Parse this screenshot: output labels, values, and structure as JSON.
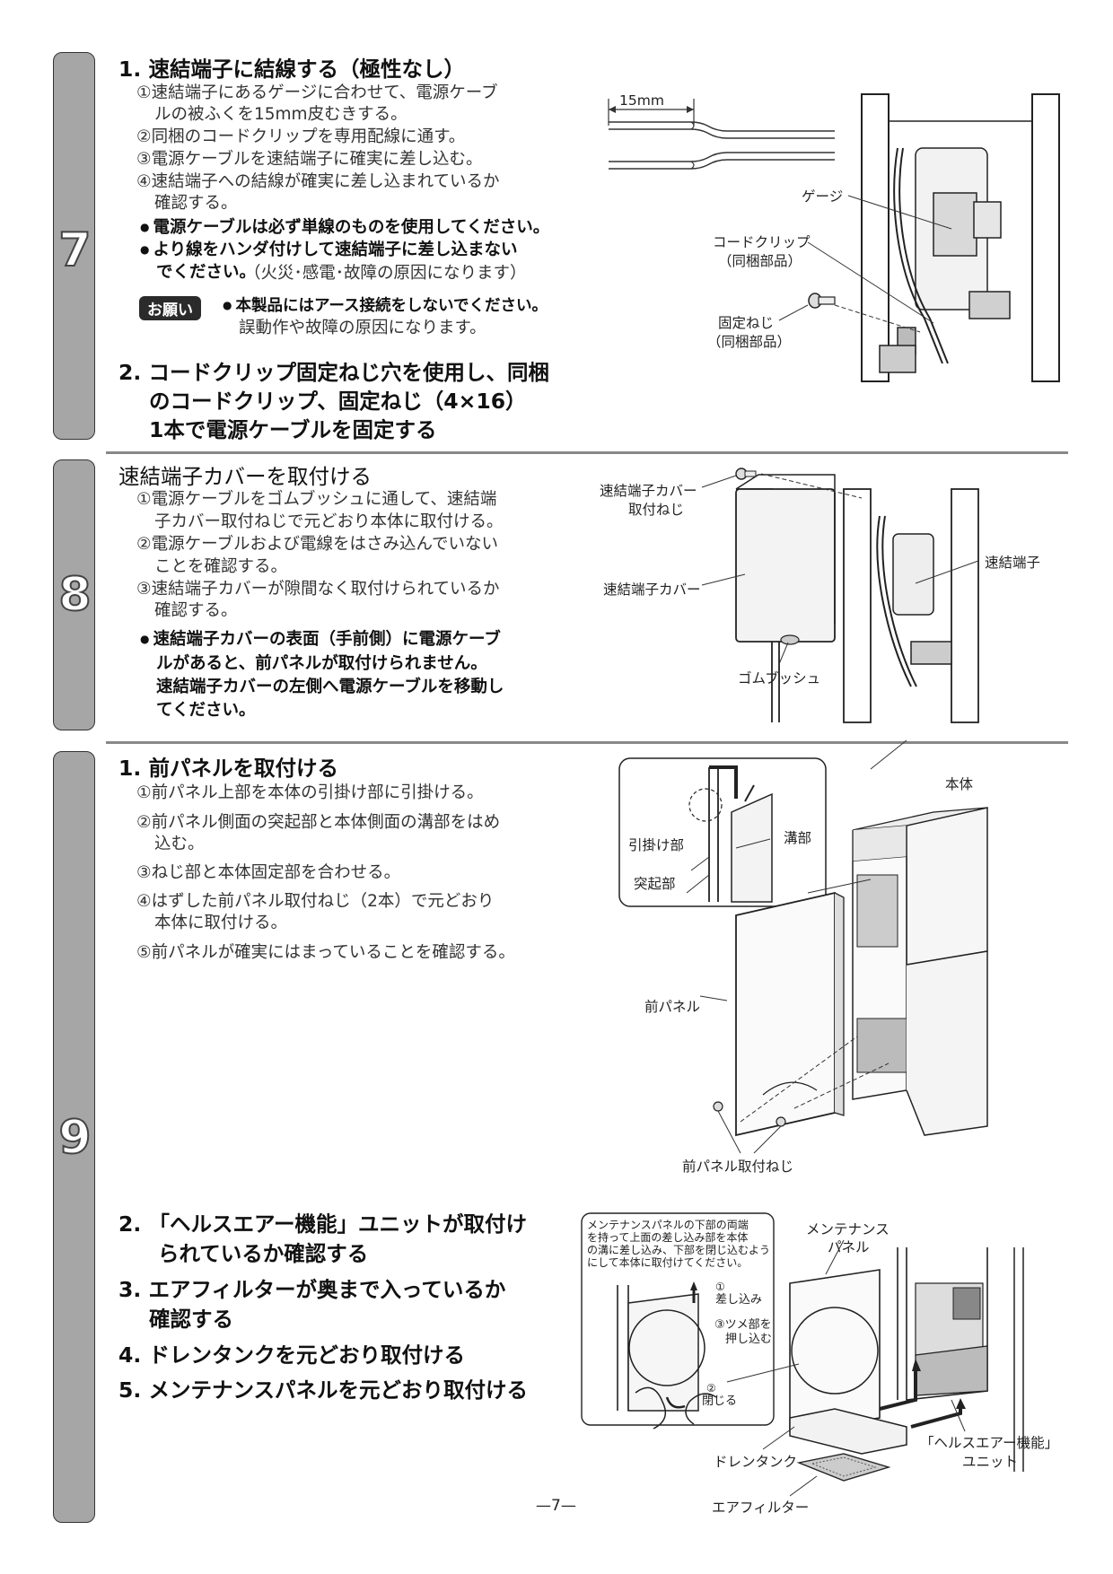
{
  "steps": {
    "s7": {
      "number": "7",
      "heading1": "1. 速結端子に結線する（極性なし）",
      "items": [
        "①速結端子にあるゲージに合わせて、電源ケーブ",
        "ルの被ふくを15mm皮むきする。",
        "②同梱のコードクリップを専用配線に通す。",
        "③電源ケーブルを速結端子に確実に差し込む。",
        "④速結端子への結線が確実に差し込まれているか",
        "確認する。"
      ],
      "notes": [
        "電源ケーブルは必ず単線のものを使用してください。",
        "より線をハンダ付けして速結端子に差し込まない",
        "でください。",
        "（火災･感電･故障の原因になります）"
      ],
      "request_badge": "お願い",
      "request_lines": [
        "本製品にはアース接続をしないでください。",
        "誤動作や故障の原因になります。"
      ],
      "heading2": [
        "2. コードクリップ固定ねじ穴を使用し、同梱",
        "のコードクリップ、固定ねじ（4×16）",
        "1本で電源ケーブルを固定する"
      ],
      "fig": {
        "dim": "15mm",
        "gauge": "ゲージ",
        "clip": [
          "コードクリップ",
          "（同梱部品）"
        ],
        "screw": [
          "固定ねじ",
          "（同梱部品）"
        ]
      }
    },
    "s8": {
      "number": "8",
      "heading": "速結端子カバーを取付ける",
      "items": [
        "①電源ケーブルをゴムブッシュに通して、速結端",
        "子カバー取付ねじで元どおり本体に取付ける。",
        "②電源ケーブルおよび電線をはさみ込んでいない",
        "ことを確認する。",
        "③速結端子カバーが隙間なく取付けられているか",
        "確認する。"
      ],
      "notes": [
        "速結端子カバーの表面（手前側）に電源ケーブ",
        "ルがあると、前パネルが取付けられません。",
        "速結端子カバーの左側へ電源ケーブルを移動し",
        "てください。"
      ],
      "fig": {
        "cover_screw": [
          "速結端子カバー",
          "取付ねじ"
        ],
        "cover": "速結端子カバー",
        "terminal": "速結端子",
        "bushing": "ゴムブッシュ"
      }
    },
    "s9": {
      "number": "9",
      "heading1": "1. 前パネルを取付ける",
      "items": [
        "①前パネル上部を本体の引掛け部に引掛ける。",
        "②前パネル側面の突起部と本体側面の溝部をはめ",
        "込む。",
        "③ねじ部と本体固定部を合わせる。",
        "④はずした前パネル取付ねじ（2本）で元どおり",
        "本体に取付ける。",
        "⑤前パネルが確実にはまっていることを確認する。"
      ],
      "heading2": [
        "2. 「ヘルスエアー機能」ユニットが取付け",
        "られているか確認する"
      ],
      "heading3": [
        "3. エアフィルターが奥まで入っているか",
        "確認する"
      ],
      "heading4": "4. ドレンタンクを元どおり取付ける",
      "heading5": "5. メンテナンスパネルを元どおり取付ける",
      "fig1": {
        "body": "本体",
        "hook": "引掛け部",
        "groove": "溝部",
        "projection": "突起部",
        "front_panel": "前パネル",
        "front_screw": "前パネル取付ねじ"
      },
      "fig2": {
        "callout": [
          "メンテナンスパネルの下部の両端",
          "を持って上面の差し込み部を本体",
          "の溝に差し込み、下部を閉じ込むよう",
          "にして本体に取付けてください。"
        ],
        "insert": [
          "①",
          "差し込み"
        ],
        "push": [
          "③ツメ部を",
          "押し込む"
        ],
        "close": [
          "②",
          "閉じる"
        ],
        "maint_panel": [
          "メンテナンス",
          "パネル"
        ],
        "unit": [
          "「ヘルスエアー機能」",
          "ユニット"
        ],
        "drain": "ドレンタンク",
        "filter": "エアフィルター"
      }
    }
  },
  "page_number": "—7—"
}
